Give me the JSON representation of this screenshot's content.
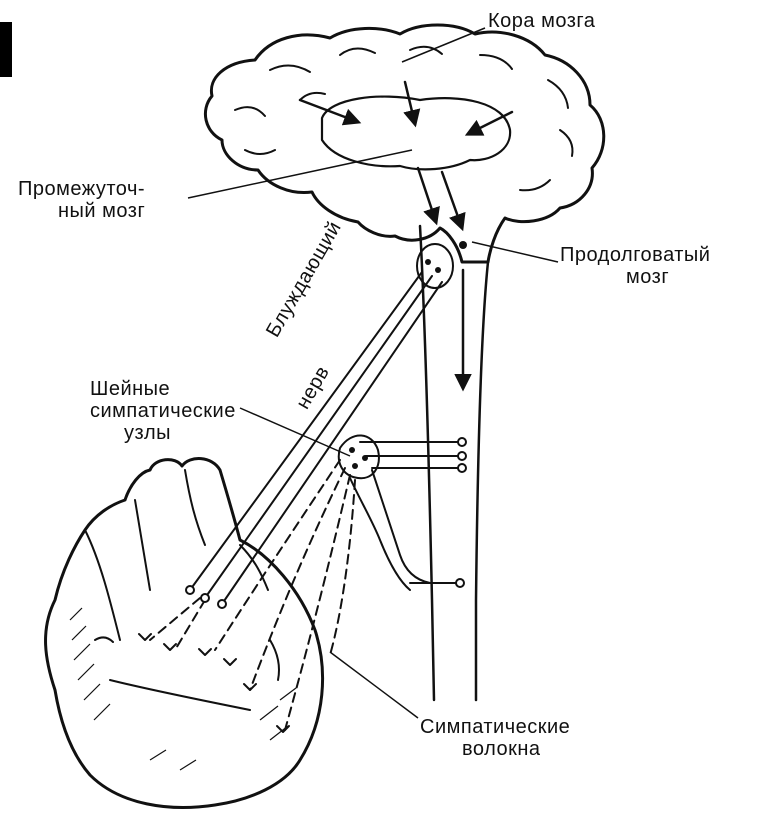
{
  "labels": {
    "cortex": "Кора мозга",
    "diencephalon_line1": "Промежуточ-",
    "diencephalon_line2": "ный мозг",
    "medulla_line1": "Продолговатый",
    "medulla_line2": "мозг",
    "vagus_line1": "Блуждающий",
    "vagus_line2": "нерв",
    "cervical_line1": "Шейные",
    "cervical_line2": "симпатические",
    "cervical_line3": "узлы",
    "sympathetic_line1": "Симпатические",
    "sympathetic_line2": "волокна"
  },
  "colors": {
    "ink": "#111111",
    "background": "#ffffff"
  }
}
